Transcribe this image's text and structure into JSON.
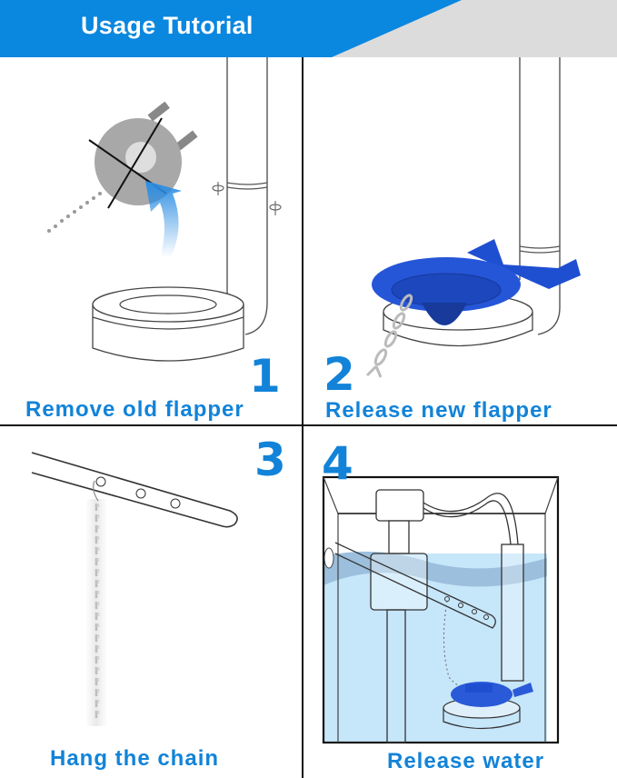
{
  "header": {
    "title": "Usage Tutorial",
    "accent_color": "#0a87df",
    "band_color": "#dcdcdc"
  },
  "steps": [
    {
      "number": "1",
      "caption": "Remove old flapper",
      "illustration": "old-flapper-removal"
    },
    {
      "number": "2",
      "caption": "Release new flapper",
      "illustration": "new-flapper-install"
    },
    {
      "number": "3",
      "caption": "Hang the chain",
      "illustration": "chain-on-lever"
    },
    {
      "number": "4",
      "caption": "Release water",
      "illustration": "tank-cutaway-water"
    }
  ],
  "colors": {
    "step_text": "#1283d8",
    "flapper_blue": "#1f4fd1",
    "water_light": "#c6e6fa",
    "water_wave": "#9bbfdc",
    "old_flapper_gray": "#a8a8a8"
  }
}
